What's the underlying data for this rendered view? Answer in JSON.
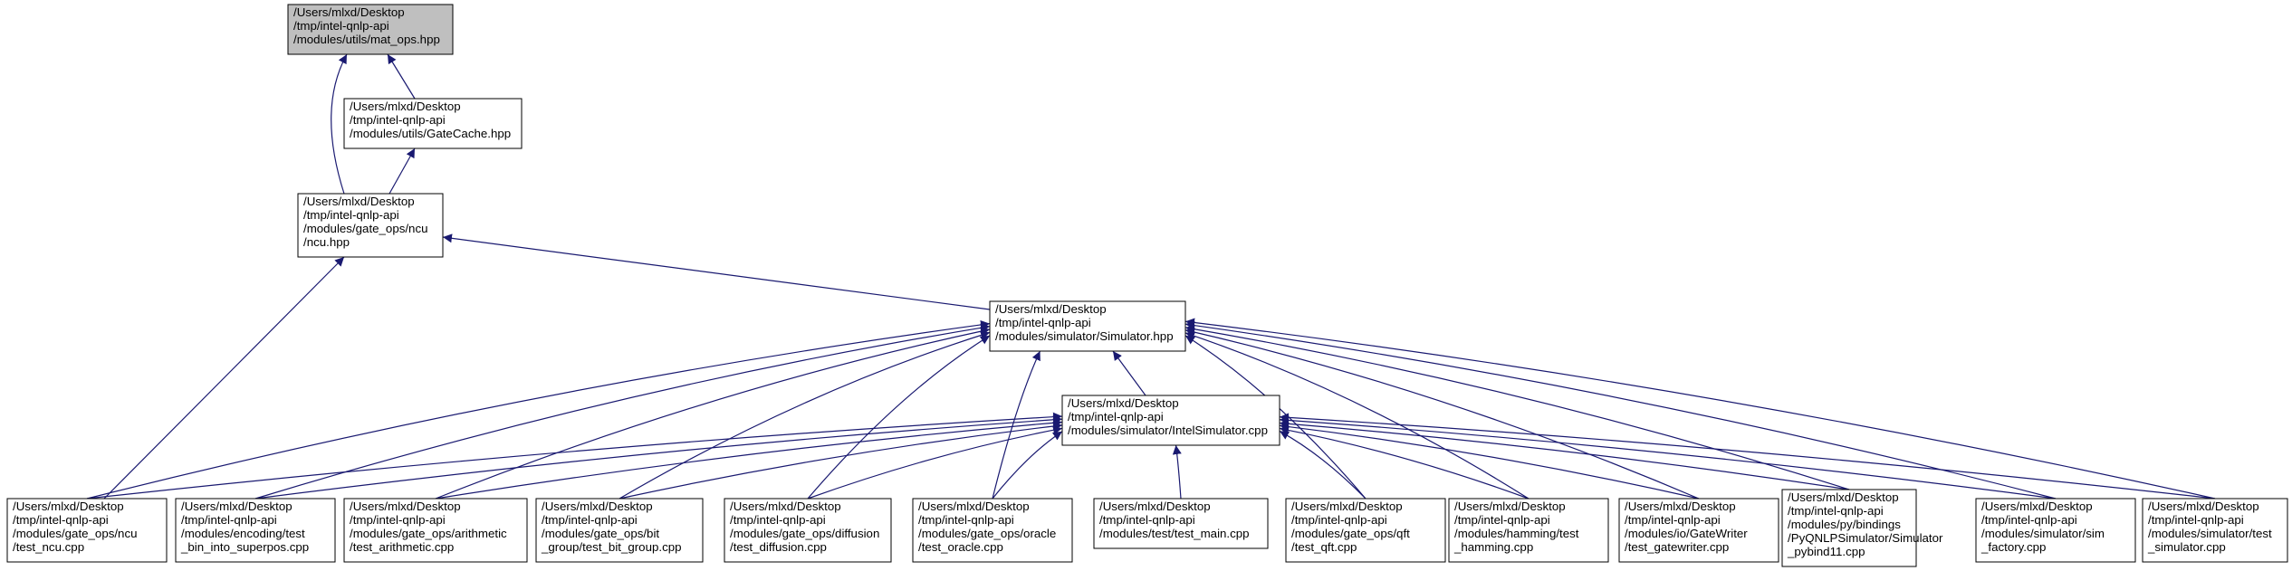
{
  "colors": {
    "edge": "#191970",
    "node_border": "#000000",
    "node_fill": "#ffffff",
    "root_fill": "#bfbfbf",
    "background": "#ffffff"
  },
  "nodes": [
    {
      "id": "mat_ops",
      "root": true,
      "lines": [
        "/Users/mlxd/Desktop",
        "/tmp/intel-qnlp-api",
        "/modules/utils/mat_ops.hpp"
      ]
    },
    {
      "id": "gatecache",
      "lines": [
        "/Users/mlxd/Desktop",
        "/tmp/intel-qnlp-api",
        "/modules/utils/GateCache.hpp"
      ]
    },
    {
      "id": "ncu_hpp",
      "lines": [
        "/Users/mlxd/Desktop",
        "/tmp/intel-qnlp-api",
        "/modules/gate_ops/ncu",
        "/ncu.hpp"
      ]
    },
    {
      "id": "simulator_hpp",
      "lines": [
        "/Users/mlxd/Desktop",
        "/tmp/intel-qnlp-api",
        "/modules/simulator/Simulator.hpp"
      ]
    },
    {
      "id": "intelsim_cpp",
      "lines": [
        "/Users/mlxd/Desktop",
        "/tmp/intel-qnlp-api",
        "/modules/simulator/IntelSimulator.cpp"
      ]
    },
    {
      "id": "test_ncu",
      "lines": [
        "/Users/mlxd/Desktop",
        "/tmp/intel-qnlp-api",
        "/modules/gate_ops/ncu",
        "/test_ncu.cpp"
      ]
    },
    {
      "id": "test_bin_into_superpos",
      "lines": [
        "/Users/mlxd/Desktop",
        "/tmp/intel-qnlp-api",
        "/modules/encoding/test",
        "_bin_into_superpos.cpp"
      ]
    },
    {
      "id": "test_arithmetic",
      "lines": [
        "/Users/mlxd/Desktop",
        "/tmp/intel-qnlp-api",
        "/modules/gate_ops/arithmetic",
        "/test_arithmetic.cpp"
      ]
    },
    {
      "id": "test_bit_group",
      "lines": [
        "/Users/mlxd/Desktop",
        "/tmp/intel-qnlp-api",
        "/modules/gate_ops/bit",
        "_group/test_bit_group.cpp"
      ]
    },
    {
      "id": "test_diffusion",
      "lines": [
        "/Users/mlxd/Desktop",
        "/tmp/intel-qnlp-api",
        "/modules/gate_ops/diffusion",
        "/test_diffusion.cpp"
      ]
    },
    {
      "id": "test_oracle",
      "lines": [
        "/Users/mlxd/Desktop",
        "/tmp/intel-qnlp-api",
        "/modules/gate_ops/oracle",
        "/test_oracle.cpp"
      ]
    },
    {
      "id": "test_main",
      "lines": [
        "/Users/mlxd/Desktop",
        "/tmp/intel-qnlp-api",
        "/modules/test/test_main.cpp"
      ]
    },
    {
      "id": "test_qft",
      "lines": [
        "/Users/mlxd/Desktop",
        "/tmp/intel-qnlp-api",
        "/modules/gate_ops/qft",
        "/test_qft.cpp"
      ]
    },
    {
      "id": "test_hamming",
      "lines": [
        "/Users/mlxd/Desktop",
        "/tmp/intel-qnlp-api",
        "/modules/hamming/test",
        "_hamming.cpp"
      ]
    },
    {
      "id": "test_gatewriter",
      "lines": [
        "/Users/mlxd/Desktop",
        "/tmp/intel-qnlp-api",
        "/modules/io/GateWriter",
        "/test_gatewriter.cpp"
      ]
    },
    {
      "id": "pybind",
      "lines": [
        "/Users/mlxd/Desktop",
        "/tmp/intel-qnlp-api",
        "/modules/py/bindings",
        "/PyQNLPSimulator/Simulator",
        "_pybind11.cpp"
      ]
    },
    {
      "id": "test_sim_factory",
      "lines": [
        "/Users/mlxd/Desktop",
        "/tmp/intel-qnlp-api",
        "/modules/simulator/sim",
        "_factory.cpp"
      ]
    },
    {
      "id": "test_simulator",
      "lines": [
        "/Users/mlxd/Desktop",
        "/tmp/intel-qnlp-api",
        "/modules/simulator/test",
        "_simulator.cpp"
      ]
    }
  ],
  "edges": [
    {
      "from": "gatecache",
      "to": "mat_ops"
    },
    {
      "from": "ncu_hpp",
      "to": "mat_ops"
    },
    {
      "from": "ncu_hpp",
      "to": "gatecache"
    },
    {
      "from": "simulator_hpp",
      "to": "ncu_hpp"
    },
    {
      "from": "test_ncu",
      "to": "ncu_hpp"
    },
    {
      "from": "intelsim_cpp",
      "to": "simulator_hpp"
    },
    {
      "from": "test_ncu",
      "to": "simulator_hpp"
    },
    {
      "from": "test_bin_into_superpos",
      "to": "simulator_hpp"
    },
    {
      "from": "test_arithmetic",
      "to": "simulator_hpp"
    },
    {
      "from": "test_bit_group",
      "to": "simulator_hpp"
    },
    {
      "from": "test_diffusion",
      "to": "simulator_hpp"
    },
    {
      "from": "test_oracle",
      "to": "simulator_hpp"
    },
    {
      "from": "test_qft",
      "to": "simulator_hpp"
    },
    {
      "from": "test_hamming",
      "to": "simulator_hpp"
    },
    {
      "from": "test_gatewriter",
      "to": "simulator_hpp"
    },
    {
      "from": "pybind",
      "to": "simulator_hpp"
    },
    {
      "from": "test_sim_factory",
      "to": "simulator_hpp"
    },
    {
      "from": "test_simulator",
      "to": "simulator_hpp"
    },
    {
      "from": "test_ncu",
      "to": "intelsim_cpp"
    },
    {
      "from": "test_bin_into_superpos",
      "to": "intelsim_cpp"
    },
    {
      "from": "test_arithmetic",
      "to": "intelsim_cpp"
    },
    {
      "from": "test_bit_group",
      "to": "intelsim_cpp"
    },
    {
      "from": "test_diffusion",
      "to": "intelsim_cpp"
    },
    {
      "from": "test_oracle",
      "to": "intelsim_cpp"
    },
    {
      "from": "test_main",
      "to": "intelsim_cpp"
    },
    {
      "from": "test_qft",
      "to": "intelsim_cpp"
    },
    {
      "from": "test_hamming",
      "to": "intelsim_cpp"
    },
    {
      "from": "test_gatewriter",
      "to": "intelsim_cpp"
    },
    {
      "from": "pybind",
      "to": "intelsim_cpp"
    },
    {
      "from": "test_sim_factory",
      "to": "intelsim_cpp"
    },
    {
      "from": "test_simulator",
      "to": "intelsim_cpp"
    }
  ]
}
